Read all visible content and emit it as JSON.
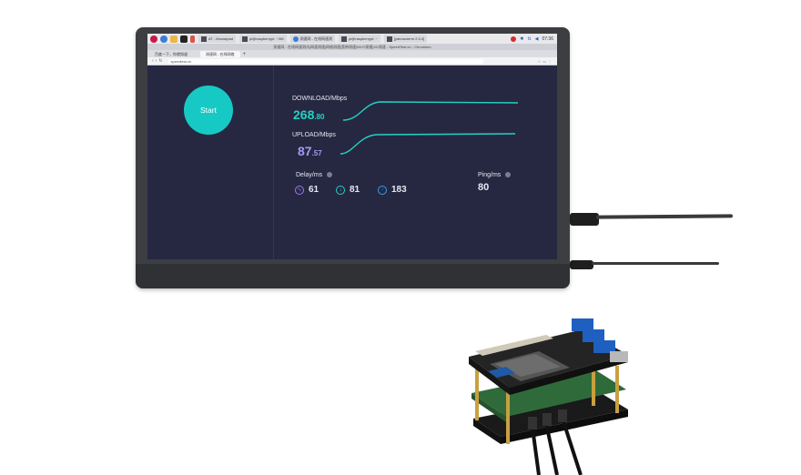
{
  "taskbar": {
    "windows": [
      {
        "label": "AT - Mousepad"
      },
      {
        "label": "pi@raspberrypi: ~/Wi"
      },
      {
        "label": "测速网 - 在线网速测"
      },
      {
        "label": "pi@raspberrypi: ~"
      },
      {
        "label": "[ydeosorerm 2.5.0]"
      }
    ],
    "clock": "07:36"
  },
  "browser": {
    "title": "测速网 - 在线网速测试|网速测速|网络测速|宽带测速|Wi-Fi测速|5G测速 - SpeedTest.cn - Chromium",
    "tabs": [
      "百度一下，你就知道",
      "测速网 - 在线网络"
    ],
    "url": "speedtest.cn"
  },
  "speedtest": {
    "start_label": "Start",
    "download_label": "DOWNLOAD/Mbps",
    "download_int": "268",
    "download_dec": ".80",
    "upload_label": "UPLOAD/Mbps",
    "upload_int": "87",
    "upload_dec": ".57",
    "delay_label": "Delay/ms",
    "delay_values": {
      "jitter": "61",
      "down": "81",
      "up": "183"
    },
    "ping_label": "Ping/ms",
    "ping_value": "80"
  }
}
